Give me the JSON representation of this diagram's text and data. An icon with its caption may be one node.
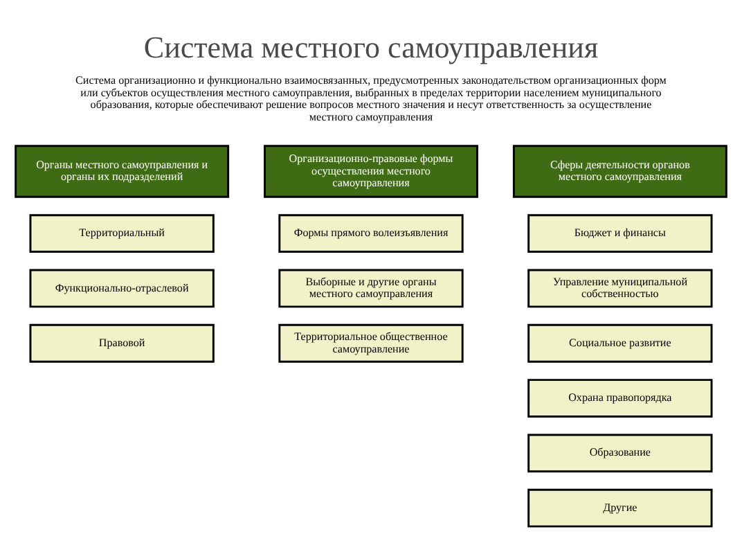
{
  "diagram": {
    "title": "Система местного самоуправления",
    "nodes": [
      {
        "text": [
          "Органы местного самоуправления и органы их подразделений"
        ]
      },
      {
        "text": [
          "Организационно-правовые формы осуществления местного самоуправления"
        ]
      },
      {
        "text": [
          "Сферы деятельности органов местного самоуправления"
        ]
      },
      {
        "text": [
          "Территориальный"
        ]
      },
      {
        "text": [
          "Функционально-отраслевой"
        ]
      },
      {
        "text": [
          "Правовой"
        ]
      },
      {
        "text": [
          "Формы прямого волеизъявления"
        ]
      },
      {
        "text": [
          "Выборные и другие органы местного самоуправления"
        ]
      },
      {
        "text": [
          "Территориальное общественное самоуправление"
        ]
      },
      {
        "text": [
          "Бюджет и финансы"
        ]
      },
      {
        "text": [
          "Управление муниципальной собственностью"
        ]
      },
      {
        "text": [
          "Социальное развитие"
        ]
      },
      {
        "text": [
          "Охрана правопорядка"
        ]
      },
      {
        "text": [
          "Образование"
        ]
      },
      {
        "text": [
          "Другие"
        ]
      }
    ],
    "labels": [
      "Система организационно и функционально взаимосвязанных, предусмотренных законодательством организационных форм или субъектов осуществления местного самоуправления, выбранных в пределах территории населением муниципального образования, которые обеспечивают решение вопросов местного значения и несут ответственность за осуществление местного самоуправления"
    ]
  }
}
